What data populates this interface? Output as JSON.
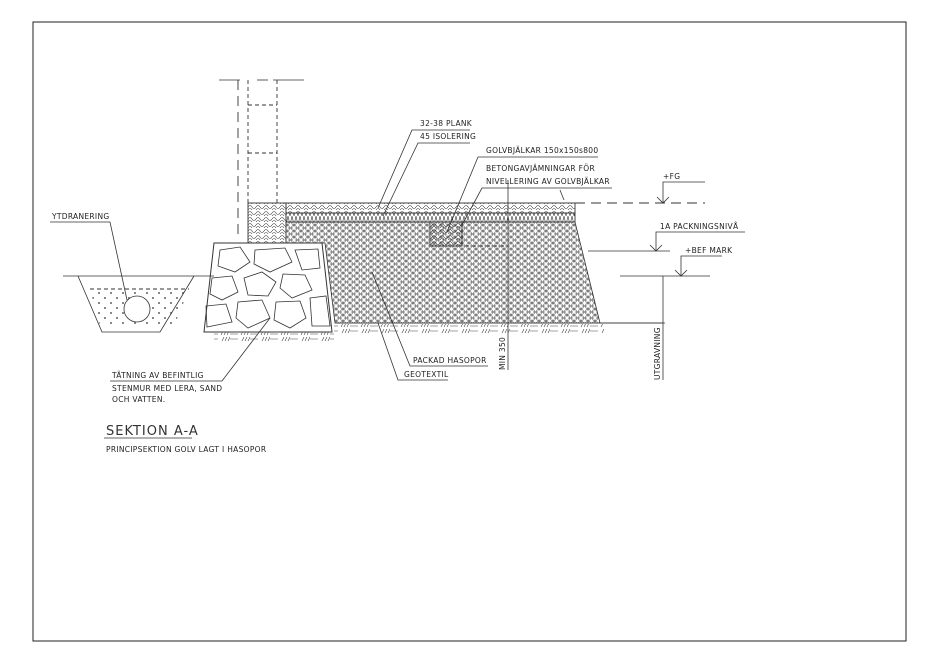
{
  "title": "SEKTION A-A",
  "subtitle": "PRINCIPSEKTION GOLV LAGT I HASOPOR",
  "labels": {
    "plank": "32-38 PLANK",
    "isolering": "45 ISOLERING",
    "golvbjalkar": "GOLVBJÄLKAR 150x150s800",
    "betong1": "BETONGAVJÄMNINGAR FÖR",
    "betong2": "NIVELLERING AV GOLVBJÄLKAR",
    "fg": "+FG",
    "packningsniva": "1A PACKNINGSNIVÅ",
    "befmark": "+BEF MARK",
    "ytdranering": "YTDRANERING",
    "tatning1": "TÄTNING AV BEFINTLIG",
    "tatning2": "STENMUR MED LERA, SAND",
    "tatning3": "OCH VATTEN.",
    "packad": "PACKAD HASOPOR",
    "geotextil": "GEOTEXTIL",
    "min350": "MIN 350",
    "utgravning": "UTGRAVNING"
  }
}
